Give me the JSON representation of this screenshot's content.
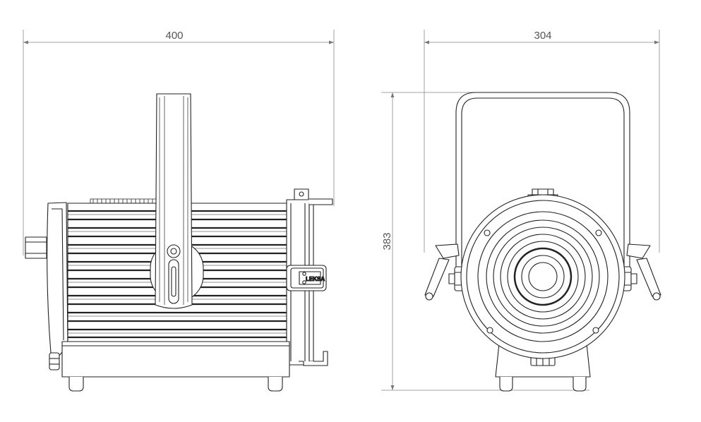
{
  "dimensions": {
    "width_side": "400",
    "width_front": "304",
    "height_front": "383"
  },
  "brand": {
    "label": "LEKSA"
  },
  "colors": {
    "ink": "#222222",
    "dimension": "#777777",
    "dimension_text": "#555555",
    "background": "#ffffff"
  }
}
